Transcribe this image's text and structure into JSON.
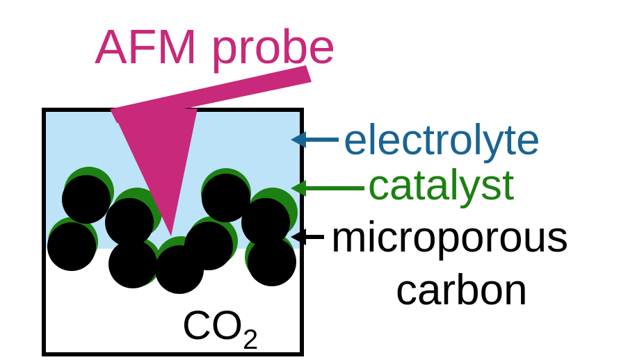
{
  "labels": {
    "probe": "AFM probe",
    "electrolyte": "electrolyte",
    "catalyst": "catalyst",
    "carbon_line1": "microporous",
    "carbon_line2": "carbon",
    "gas_main": "CO",
    "gas_sub": "2"
  },
  "colors": {
    "probe": "#c8297a",
    "electrolyte_text": "#1a6491",
    "electrolyte_fill": "#bde3f9",
    "catalyst": "#1d8012",
    "carbon": "#000000",
    "frame": "#000000"
  }
}
